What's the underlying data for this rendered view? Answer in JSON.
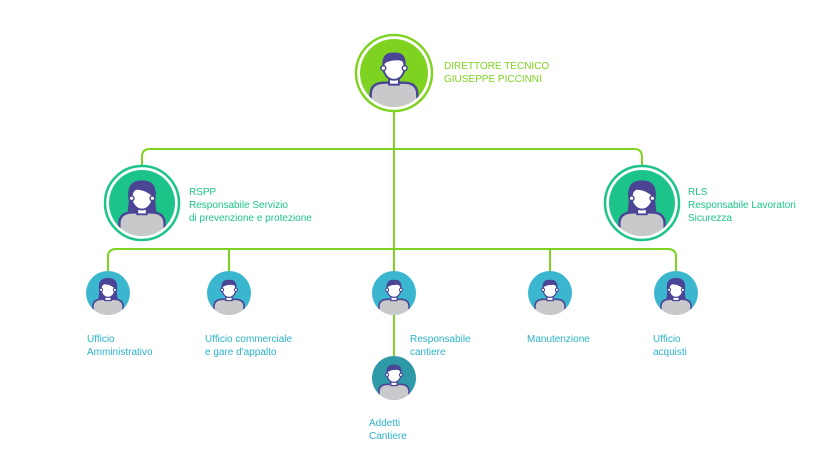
{
  "colors": {
    "line": "#7ed321",
    "director_bg": "#7ed321",
    "manager_bg": "#1cc48a",
    "office_bg": "#3bb6cf",
    "worker_bg": "#2e9aa8",
    "person_hair": "#4a4594",
    "person_skin": "#ffffff",
    "person_body": "#c9c9cc",
    "label_top": "#7ed321",
    "label_mid": "#1cc48a",
    "label_low": "#2bb3c8"
  },
  "director": {
    "icon": "person-male-icon",
    "line1": "DIRETTORE TECNICO",
    "line2": "GIUSEPPE PICCINNI"
  },
  "rspp": {
    "icon": "person-female-icon",
    "line1": "RSPP",
    "line2": "Responsabile Servizio",
    "line3": "di prevenzione e protezione"
  },
  "rls": {
    "icon": "person-female-icon",
    "line1": "RLS",
    "line2": "Responsabile Lavoratori",
    "line3": "Sicurezza"
  },
  "offices": {
    "amministrativo": {
      "icon": "person-female-icon",
      "line1": "Ufficio",
      "line2": "Amministrativo"
    },
    "commerciale": {
      "icon": "person-male-icon",
      "line1": "Ufficio commerciale",
      "line2": "e gare d'appalto"
    },
    "cantiere": {
      "icon": "person-male-icon",
      "line1": "Responsabile",
      "line2": "cantiere"
    },
    "manutenzione": {
      "icon": "person-male-icon",
      "line1": "Manutenzione"
    },
    "acquisti": {
      "icon": "person-female-icon",
      "line1": "Ufficio",
      "line2": "acquisti"
    }
  },
  "addetti": {
    "icon": "person-male-icon",
    "line1": "Addetti",
    "line2": "Cantiere"
  }
}
